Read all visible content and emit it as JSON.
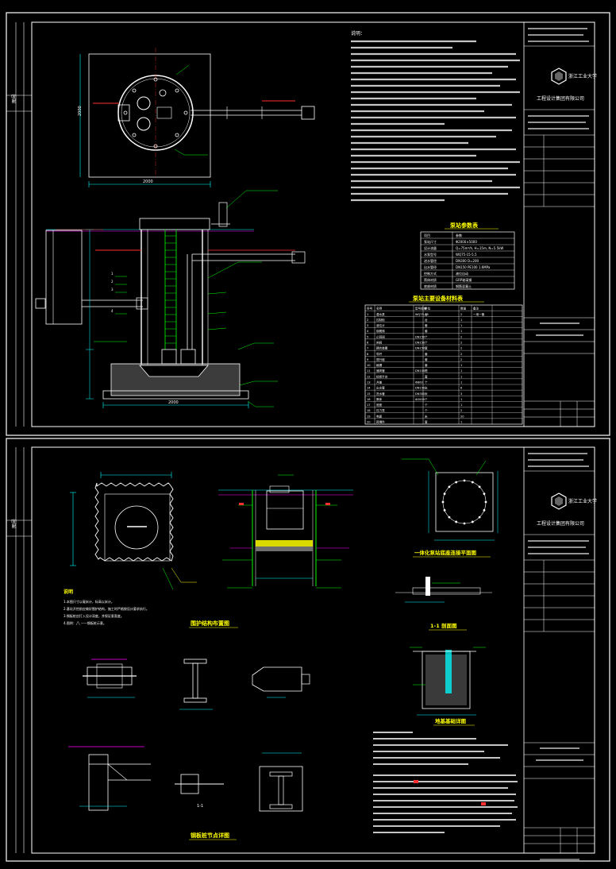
{
  "colors": {
    "background": "#000000",
    "frame": "#ffffff",
    "dimension": "#00ffff",
    "leader": "#00ff00",
    "pipe": "#ff3030",
    "accent": "#ff00ff",
    "annotation": "#ffff00",
    "section_fill": "#6e6e6e"
  },
  "sheet1": {
    "side_label": "图号",
    "company": {
      "logo_icon": "company-logo-hexagon-icon",
      "line1": "浙江工业大学",
      "line2": "工程设计集团有限公司"
    },
    "dims": {
      "plan_width": "2000",
      "plan_height": "2000",
      "base_width": "2000"
    },
    "notes_title": "说明：",
    "params_title": "泵站参数表",
    "params_rows": [
      [
        "项目",
        "参数"
      ],
      [
        "泵站尺寸",
        "Φ2000×5000"
      ],
      [
        "设计流量",
        "Q=75m³/h, H=15m, N=5.5kW"
      ],
      [
        "水泵型号",
        "WQ75-15-5.5"
      ],
      [
        "进水管径",
        "DN300 D=200"
      ],
      [
        "出水管径",
        "DN150 PE100 1.6MPa"
      ],
      [
        "控制方式",
        "液位自动"
      ],
      [
        "筒体材质",
        "GRP玻璃钢"
      ],
      [
        "底座材质",
        "钢筋混凝土"
      ]
    ],
    "materials_title": "泵站主要设备材料表",
    "materials_header": [
      "序号",
      "名称",
      "型号规格",
      "单位",
      "数量",
      "备注"
    ],
    "materials_rows": [
      [
        "1",
        "潜水泵",
        "WQ75-15",
        "台",
        "2",
        "一用一备"
      ],
      [
        "2",
        "控制柜",
        "",
        "台",
        "1",
        ""
      ],
      [
        "3",
        "液位计",
        "",
        "套",
        "1",
        ""
      ],
      [
        "4",
        "钢爬梯",
        "",
        "套",
        "1",
        ""
      ],
      [
        "5",
        "止回阀",
        "DN150",
        "个",
        "2",
        ""
      ],
      [
        "6",
        "闸阀",
        "DN150",
        "个",
        "2",
        ""
      ],
      [
        "7",
        "耦合装置",
        "DN150",
        "套",
        "2",
        ""
      ],
      [
        "8",
        "导杆",
        "",
        "套",
        "2",
        ""
      ],
      [
        "9",
        "提升链",
        "",
        "套",
        "2",
        ""
      ],
      [
        "10",
        "格栅",
        "",
        "套",
        "1",
        ""
      ],
      [
        "11",
        "通风管",
        "DN100",
        "根",
        "1",
        ""
      ],
      [
        "12",
        "检修平台",
        "",
        "套",
        "1",
        ""
      ],
      [
        "13",
        "井盖",
        "Φ800",
        "个",
        "1",
        ""
      ],
      [
        "14",
        "出水管",
        "DN150",
        "米",
        "6",
        ""
      ],
      [
        "15",
        "进水管",
        "DN300",
        "米",
        "3",
        ""
      ],
      [
        "16",
        "筒体",
        "Φ2000",
        "个",
        "1",
        ""
      ],
      [
        "17",
        "底座",
        "",
        "个",
        "1",
        ""
      ],
      [
        "18",
        "压力表",
        "",
        "个",
        "2",
        ""
      ],
      [
        "19",
        "电缆",
        "",
        "米",
        "20",
        ""
      ],
      [
        "20",
        "预埋件",
        "",
        "套",
        "1",
        ""
      ]
    ]
  },
  "sheet2": {
    "side_label": "图号",
    "company": {
      "logo_icon": "company-logo-hexagon-icon",
      "line1": "浙江工业大学",
      "line2": "工程设计集团有限公司"
    },
    "note_title": "说明",
    "note_lines": [
      "1.本图尺寸以毫米计，标高以米计。",
      "2.基坑开挖前应做好围护结构，施工时严格按设计要求执行。",
      "3.钢板桩应打入设计深度，并保证垂直度。",
      "4.图例：╱╲ ——钢板桩示意。"
    ],
    "captions": {
      "retaining_plan": "围护结构布置图",
      "connection_plan": "一体化泵站底座连接平面图",
      "section_11": "1-1 剖面图",
      "foundation_detail": "地基基础详图",
      "steel_nodes": "钢板桩节点详图"
    },
    "section_label": "1-1"
  }
}
